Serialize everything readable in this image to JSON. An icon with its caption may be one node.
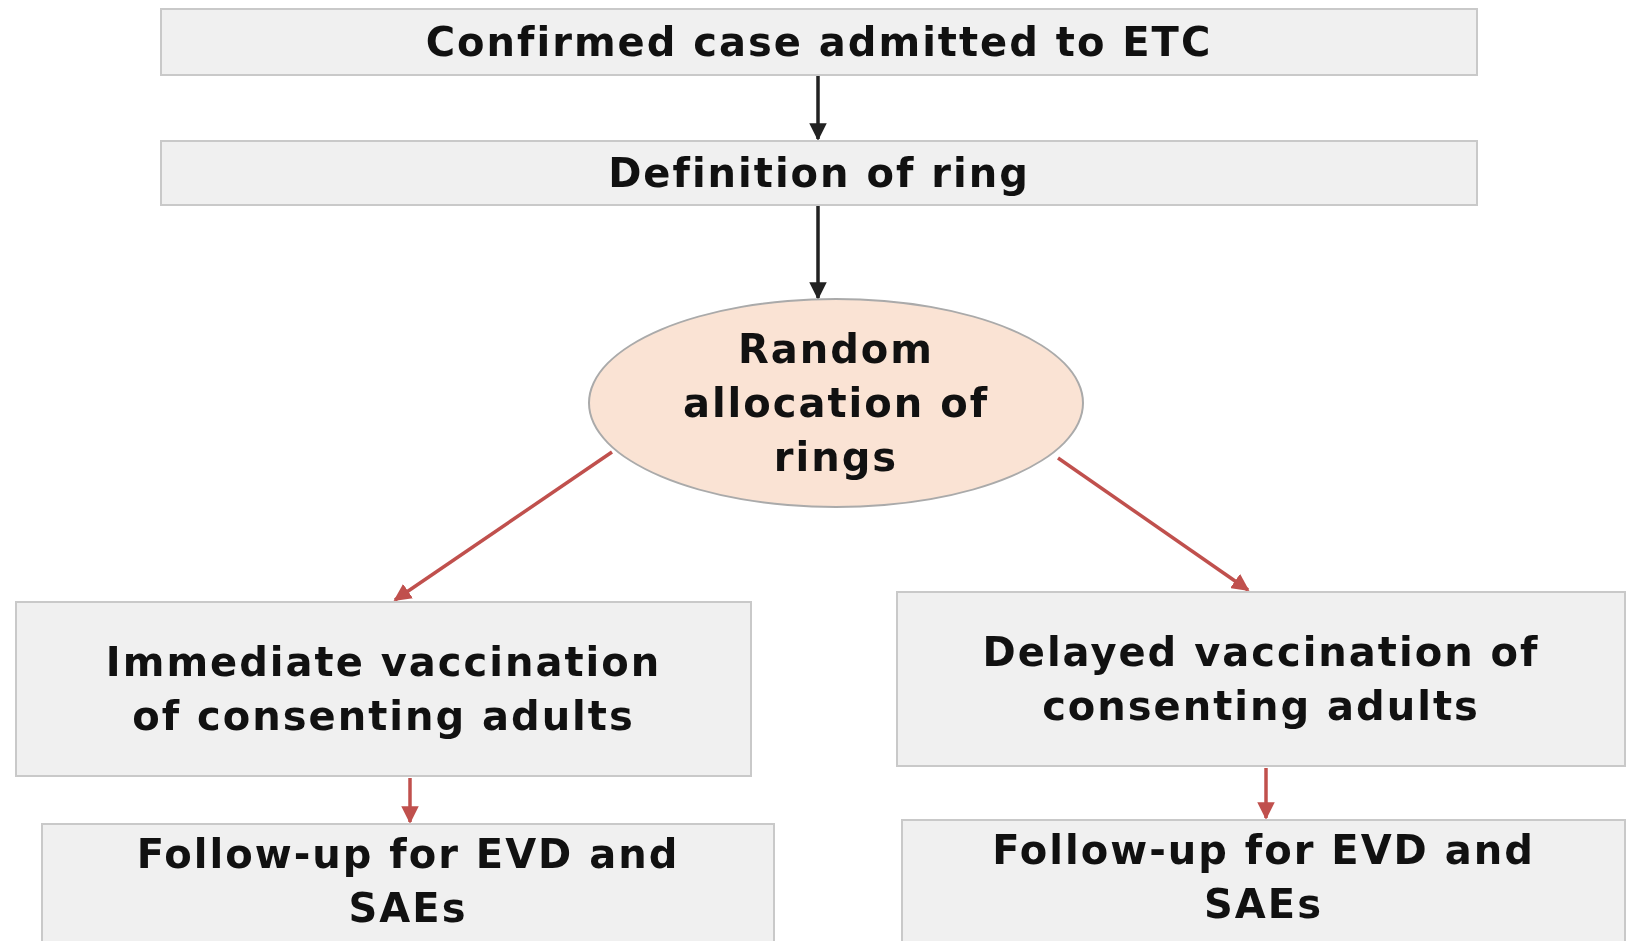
{
  "diagram": {
    "nodes": [
      {
        "text": [
          "Confirmed case admitted to ETC"
        ]
      },
      {
        "text": [
          "Definition of ring"
        ]
      },
      {
        "text": [
          "Random allocation of rings"
        ]
      },
      {
        "text": [
          "Immediate vaccination of consenting adults"
        ]
      },
      {
        "text": [
          "Delayed vaccination of consenting adults"
        ]
      },
      {
        "text": [
          "Follow-up for EVD and SAEs"
        ]
      },
      {
        "text": [
          "Follow-up for EVD and SAEs"
        ]
      }
    ],
    "edges": [
      {
        "from": 0,
        "to": 1,
        "arrow": "to",
        "color": "#222222"
      },
      {
        "from": 1,
        "to": 2,
        "arrow": "to",
        "color": "#222222"
      },
      {
        "from": 2,
        "to": 3,
        "arrow": "to"
      },
      {
        "from": 2,
        "to": 4,
        "arrow": "to"
      },
      {
        "from": 3,
        "to": 5,
        "arrow": "to"
      },
      {
        "from": 4,
        "to": 6,
        "arrow": "to"
      }
    ]
  }
}
